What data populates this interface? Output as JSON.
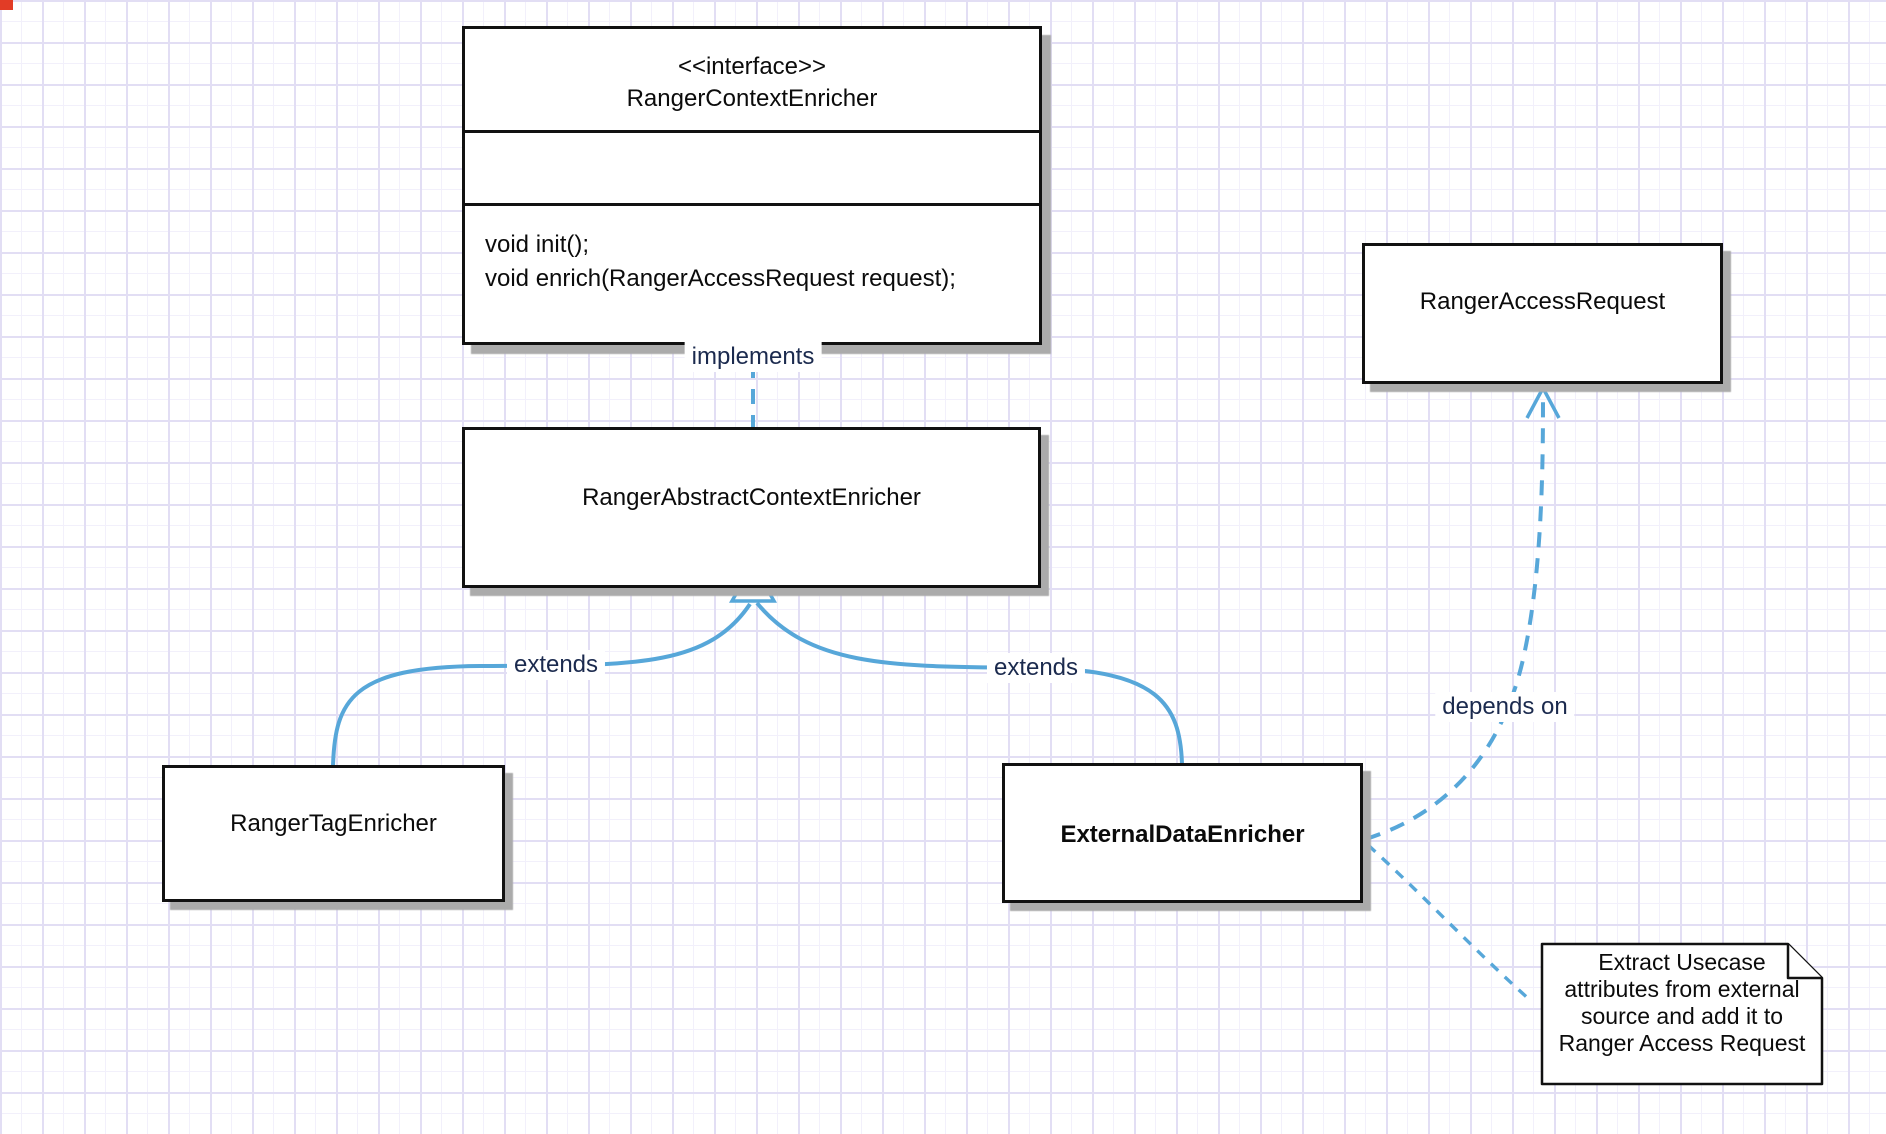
{
  "colors": {
    "accent": "#57a7d9",
    "label_text": "#1b2a4e",
    "box_border": "#111111",
    "box_fill": "#ffffff",
    "shadow": "#ababab",
    "corner_mark": "#e23c26"
  },
  "diagram": {
    "interface_box": {
      "stereotype": "<<interface>>",
      "name": "RangerContextEnricher",
      "methods": [
        "void init();",
        "void enrich(RangerAccessRequest request);"
      ]
    },
    "abstract_box": {
      "name": "RangerAbstractContextEnricher"
    },
    "tag_box": {
      "name": "RangerTagEnricher"
    },
    "external_box": {
      "name": "ExternalDataEnricher"
    },
    "access_box": {
      "name": "RangerAccessRequest"
    },
    "edge_labels": {
      "implements": "implements",
      "extends_left": "extends",
      "extends_right": "extends",
      "depends_on": "depends on"
    },
    "note": {
      "text": "Extract Usecase attributes from external source and add it to Ranger Access Request"
    }
  }
}
